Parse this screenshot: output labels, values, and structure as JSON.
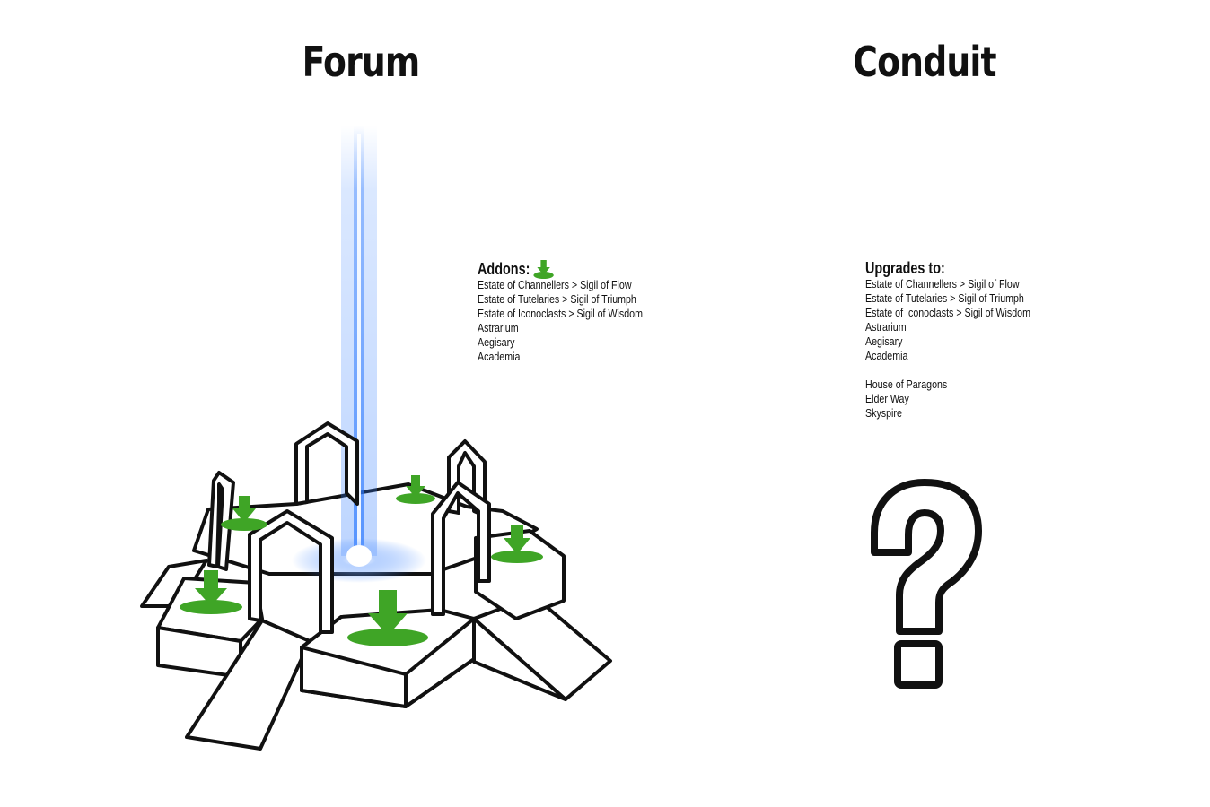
{
  "forum": {
    "title": "Forum",
    "addons_label": "Addons:",
    "addons": [
      "Estate of Channellers > Sigil of Flow",
      "Estate of Tutelaries > Sigil of Triumph",
      "Estate of Iconoclasts > Sigil of Wisdom",
      "Astrarium",
      "Aegisary",
      "Academia"
    ]
  },
  "conduit": {
    "title": "Conduit",
    "upgrades_label": "Upgrades to:",
    "upgrades_group1": [
      "Estate of Channellers > Sigil of Flow",
      "Estate of Tutelaries > Sigil of Triumph",
      "Estate of Iconoclasts > Sigil of Wisdom",
      "Astrarium",
      "Aegisary",
      "Academia"
    ],
    "upgrades_group2": [
      "House of Paragons",
      "Elder Way",
      "Skyspire"
    ]
  },
  "colors": {
    "addon_green": "#3fa526",
    "beam_blue": "#2f7bff",
    "outline": "#111111"
  },
  "icons": {
    "addon_marker": "green-down-arrow-icon",
    "unknown": "question-mark-icon"
  }
}
